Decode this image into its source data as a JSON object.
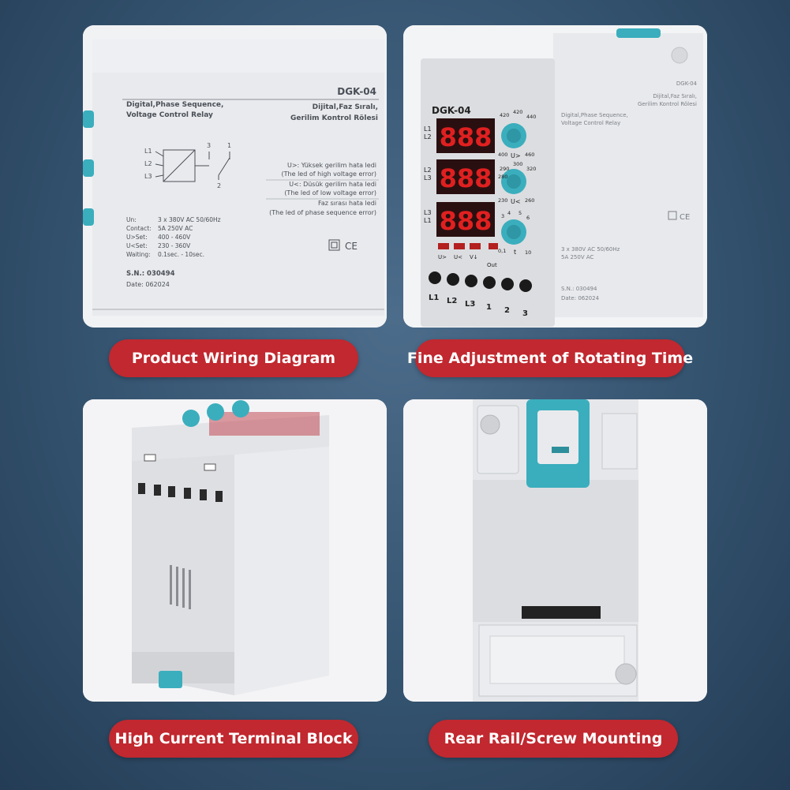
{
  "captions": [
    "Product Wiring Diagram",
    "Fine Adjustment of Rotating Time",
    "High Current Terminal Block",
    "Rear Rail/Screw Mounting"
  ],
  "label": {
    "model": "DGK-04",
    "name_en_1": "Digital,Phase Sequence,",
    "name_en_2": "Voltage Control Relay",
    "name_tr_1": "Dijital,Faz Sıralı,",
    "name_tr_2": "Gerilim Kontrol Rölesi",
    "led_high_tr": "U>: Yüksek gerilim hata ledi",
    "led_high_en": "(The led of high voltage error)",
    "led_low_tr": "U<: Düsük gerilim hata ledi",
    "led_low_en": "(The led of low voltage error)",
    "led_phase_tr": "Faz sırası hata ledi",
    "led_phase_en": "(The led of phase sequence error)",
    "spec_un_k": "Un:",
    "spec_un_v": "3 x 380V AC 50/60Hz",
    "spec_contact_k": "Contact:",
    "spec_contact_v": "5A 250V AC",
    "spec_uhi_k": "U>Set:",
    "spec_uhi_v": "400 - 460V",
    "spec_ulo_k": "U<Set:",
    "spec_ulo_v": "230 - 360V",
    "spec_wait_k": "Waiting:",
    "spec_wait_v": "0.1sec. - 10sec.",
    "sn": "S.N.: 030494",
    "date": "Date: 062024",
    "ce": "CE"
  },
  "front": {
    "model": "DGK-04",
    "digits": "888",
    "knob1": [
      "420",
      "420",
      "440",
      "400",
      "460",
      "U>"
    ],
    "knob2": [
      "290",
      "300",
      "320",
      "280",
      "230",
      "260",
      "U<"
    ],
    "knob3": [
      "3",
      "4",
      "5",
      "6",
      "0,1",
      "10",
      "t"
    ],
    "leds": [
      "U>",
      "U<",
      "V↓"
    ],
    "out": "Out",
    "terminals": [
      "L1",
      "L2",
      "L3",
      "1",
      "2",
      "3"
    ],
    "side_l1": [
      "L1",
      "L2"
    ],
    "side_l2": [
      "L2",
      "L3"
    ],
    "side_l3": [
      "L3",
      "L1"
    ]
  },
  "colors": {
    "caption_red": "#c1282f",
    "accent_teal": "#3aaebd",
    "display_red": "#e02020"
  }
}
